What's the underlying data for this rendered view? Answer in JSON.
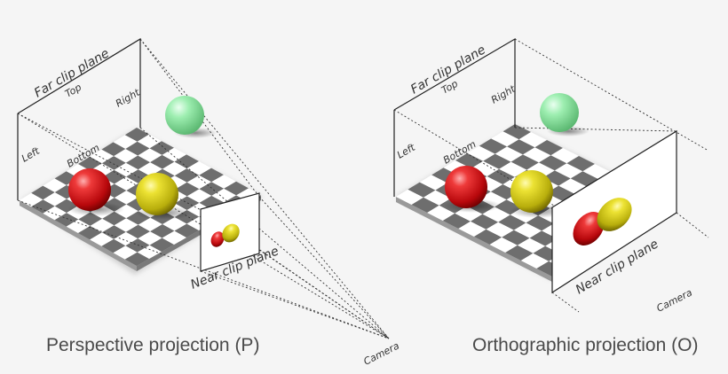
{
  "perspective": {
    "labels": {
      "far": "Far clip plane",
      "top": "Top",
      "right": "Right",
      "left": "Left",
      "bottom": "Bottom",
      "near": "Near clip plane",
      "camera": "Camera"
    },
    "caption": "Perspective projection (P)"
  },
  "orthographic": {
    "labels": {
      "far": "Far clip plane",
      "top": "Top",
      "right": "Right",
      "left": "Left",
      "bottom": "Bottom",
      "near": "Near clip plane",
      "camera": "Camera"
    },
    "caption": "Orthographic projection (O)"
  },
  "colors": {
    "red_sphere": "#d4181c",
    "yellow_sphere": "#d9d21a",
    "green_sphere": "#86e39a",
    "checker_dark": "#6e6e6e",
    "checker_light": "#ffffff"
  }
}
